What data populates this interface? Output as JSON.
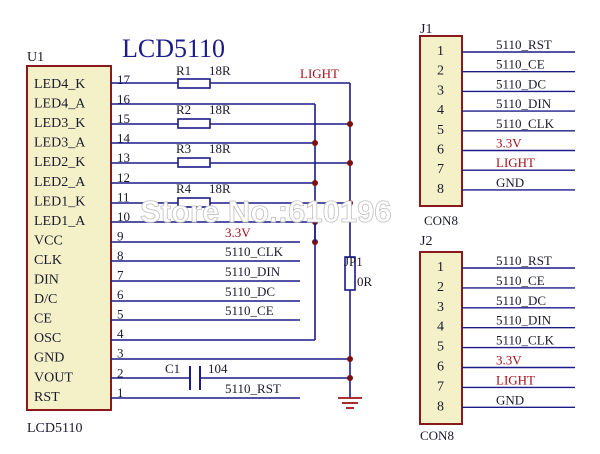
{
  "title": "LCD5110",
  "u1": {
    "ref": "U1",
    "name": "LCD5110",
    "pins": [
      {
        "label": "LED4_K",
        "num": "17"
      },
      {
        "label": "LED4_A",
        "num": "16"
      },
      {
        "label": "LED3_K",
        "num": "15"
      },
      {
        "label": "LED3_A",
        "num": "14"
      },
      {
        "label": "LED2_K",
        "num": "13"
      },
      {
        "label": "LED2_A",
        "num": "12"
      },
      {
        "label": "LED1_K",
        "num": "11"
      },
      {
        "label": "LED1_A",
        "num": "10"
      },
      {
        "label": "VCC",
        "num": "9"
      },
      {
        "label": "CLK",
        "num": "8"
      },
      {
        "label": "DIN",
        "num": "7"
      },
      {
        "label": "D/C",
        "num": "6"
      },
      {
        "label": "CE",
        "num": "5"
      },
      {
        "label": "OSC",
        "num": "4"
      },
      {
        "label": "GND",
        "num": "3"
      },
      {
        "label": "VOUT",
        "num": "2"
      },
      {
        "label": "RST",
        "num": "1"
      }
    ]
  },
  "resistors": [
    {
      "ref": "R1",
      "value": "18R"
    },
    {
      "ref": "R2",
      "value": "18R"
    },
    {
      "ref": "R3",
      "value": "18R"
    },
    {
      "ref": "R4",
      "value": "18R"
    }
  ],
  "nets": {
    "light": "LIGHT",
    "v33": "3.3V",
    "clk": "5110_CLK",
    "din": "5110_DIN",
    "dc": "5110_DC",
    "ce": "5110_CE",
    "rst": "5110_RST"
  },
  "jp1": {
    "ref": "JP1",
    "value": "0R"
  },
  "c1": {
    "ref": "C1",
    "value": "104"
  },
  "j1": {
    "ref": "J1",
    "name": "CON8",
    "pins": [
      {
        "num": "1",
        "label": "5110_RST"
      },
      {
        "num": "2",
        "label": "5110_CE"
      },
      {
        "num": "3",
        "label": "5110_DC"
      },
      {
        "num": "4",
        "label": "5110_DIN"
      },
      {
        "num": "5",
        "label": "5110_CLK"
      },
      {
        "num": "6",
        "label": "3.3V"
      },
      {
        "num": "7",
        "label": "LIGHT"
      },
      {
        "num": "8",
        "label": "GND"
      }
    ]
  },
  "j2": {
    "ref": "J2",
    "name": "CON8",
    "pins": [
      {
        "num": "1",
        "label": "5110_RST"
      },
      {
        "num": "2",
        "label": "5110_CE"
      },
      {
        "num": "3",
        "label": "5110_DC"
      },
      {
        "num": "4",
        "label": "5110_DIN"
      },
      {
        "num": "5",
        "label": "5110_CLK"
      },
      {
        "num": "6",
        "label": "3.3V"
      },
      {
        "num": "7",
        "label": "LIGHT"
      },
      {
        "num": "8",
        "label": "GND"
      }
    ]
  },
  "watermark": "Store No.:610196",
  "colors": {
    "wire": "#1b1b8a",
    "component": "#8a1a1a",
    "net_red": "#a3121a",
    "junction": "#7a1010",
    "box": "#f4f1c9"
  }
}
